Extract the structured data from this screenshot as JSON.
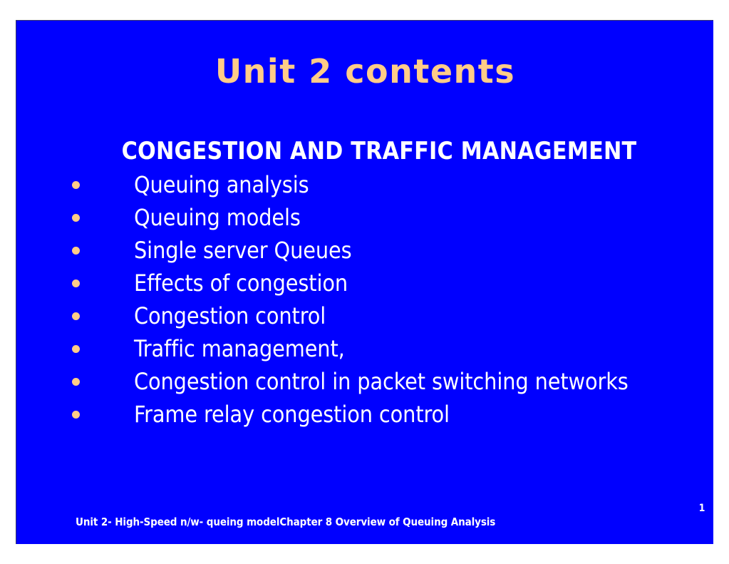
{
  "slide": {
    "background_color": "#0000ff",
    "title": "Unit 2 contents",
    "title_color": "#ffcc88",
    "subtitle": "CONGESTION AND TRAFFIC MANAGEMENT",
    "subtitle_color": "#ffffff",
    "bullet_color": "#ffcc88",
    "body_text_color": "#ffffff",
    "bullets": [
      {
        "text": "Queuing analysis"
      },
      {
        "text": "Queuing models"
      },
      {
        "text": "Single server Queues"
      },
      {
        "text": "Effects of congestion"
      },
      {
        "text": "Congestion control"
      },
      {
        "text": "Traffic management,"
      },
      {
        "text": "Congestion control in packet switching networks"
      },
      {
        "text": "Frame relay congestion control"
      }
    ],
    "footer": "Unit 2- High-Speed n/w- queing modelChapter 8 Overview of Queuing Analysis",
    "page_number": "1"
  }
}
